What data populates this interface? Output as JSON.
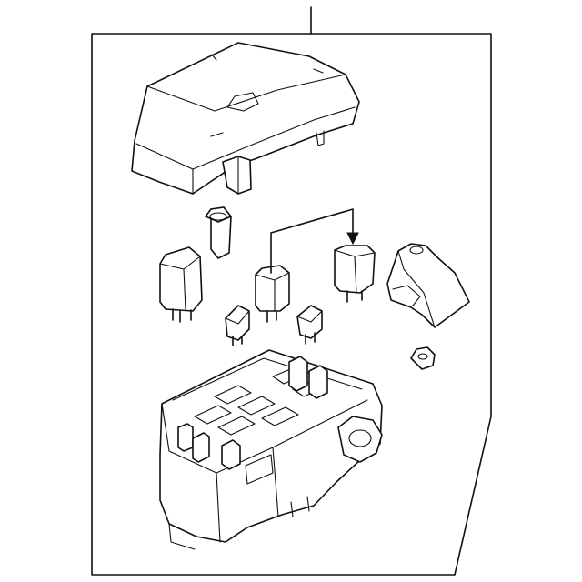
{
  "diagram": {
    "type": "exploded-parts-view",
    "line_color": "#111111",
    "background_color": "#ffffff",
    "parts": [
      {
        "name": "fuse-box-cover"
      },
      {
        "name": "cartridge-fuse"
      },
      {
        "name": "relay-large"
      },
      {
        "name": "relay-small"
      },
      {
        "name": "relay-with-arrow"
      },
      {
        "name": "blade-fuse"
      },
      {
        "name": "blade-fuse"
      },
      {
        "name": "terminal-cover"
      },
      {
        "name": "hex-nut"
      },
      {
        "name": "fuse-box-housing"
      }
    ]
  }
}
